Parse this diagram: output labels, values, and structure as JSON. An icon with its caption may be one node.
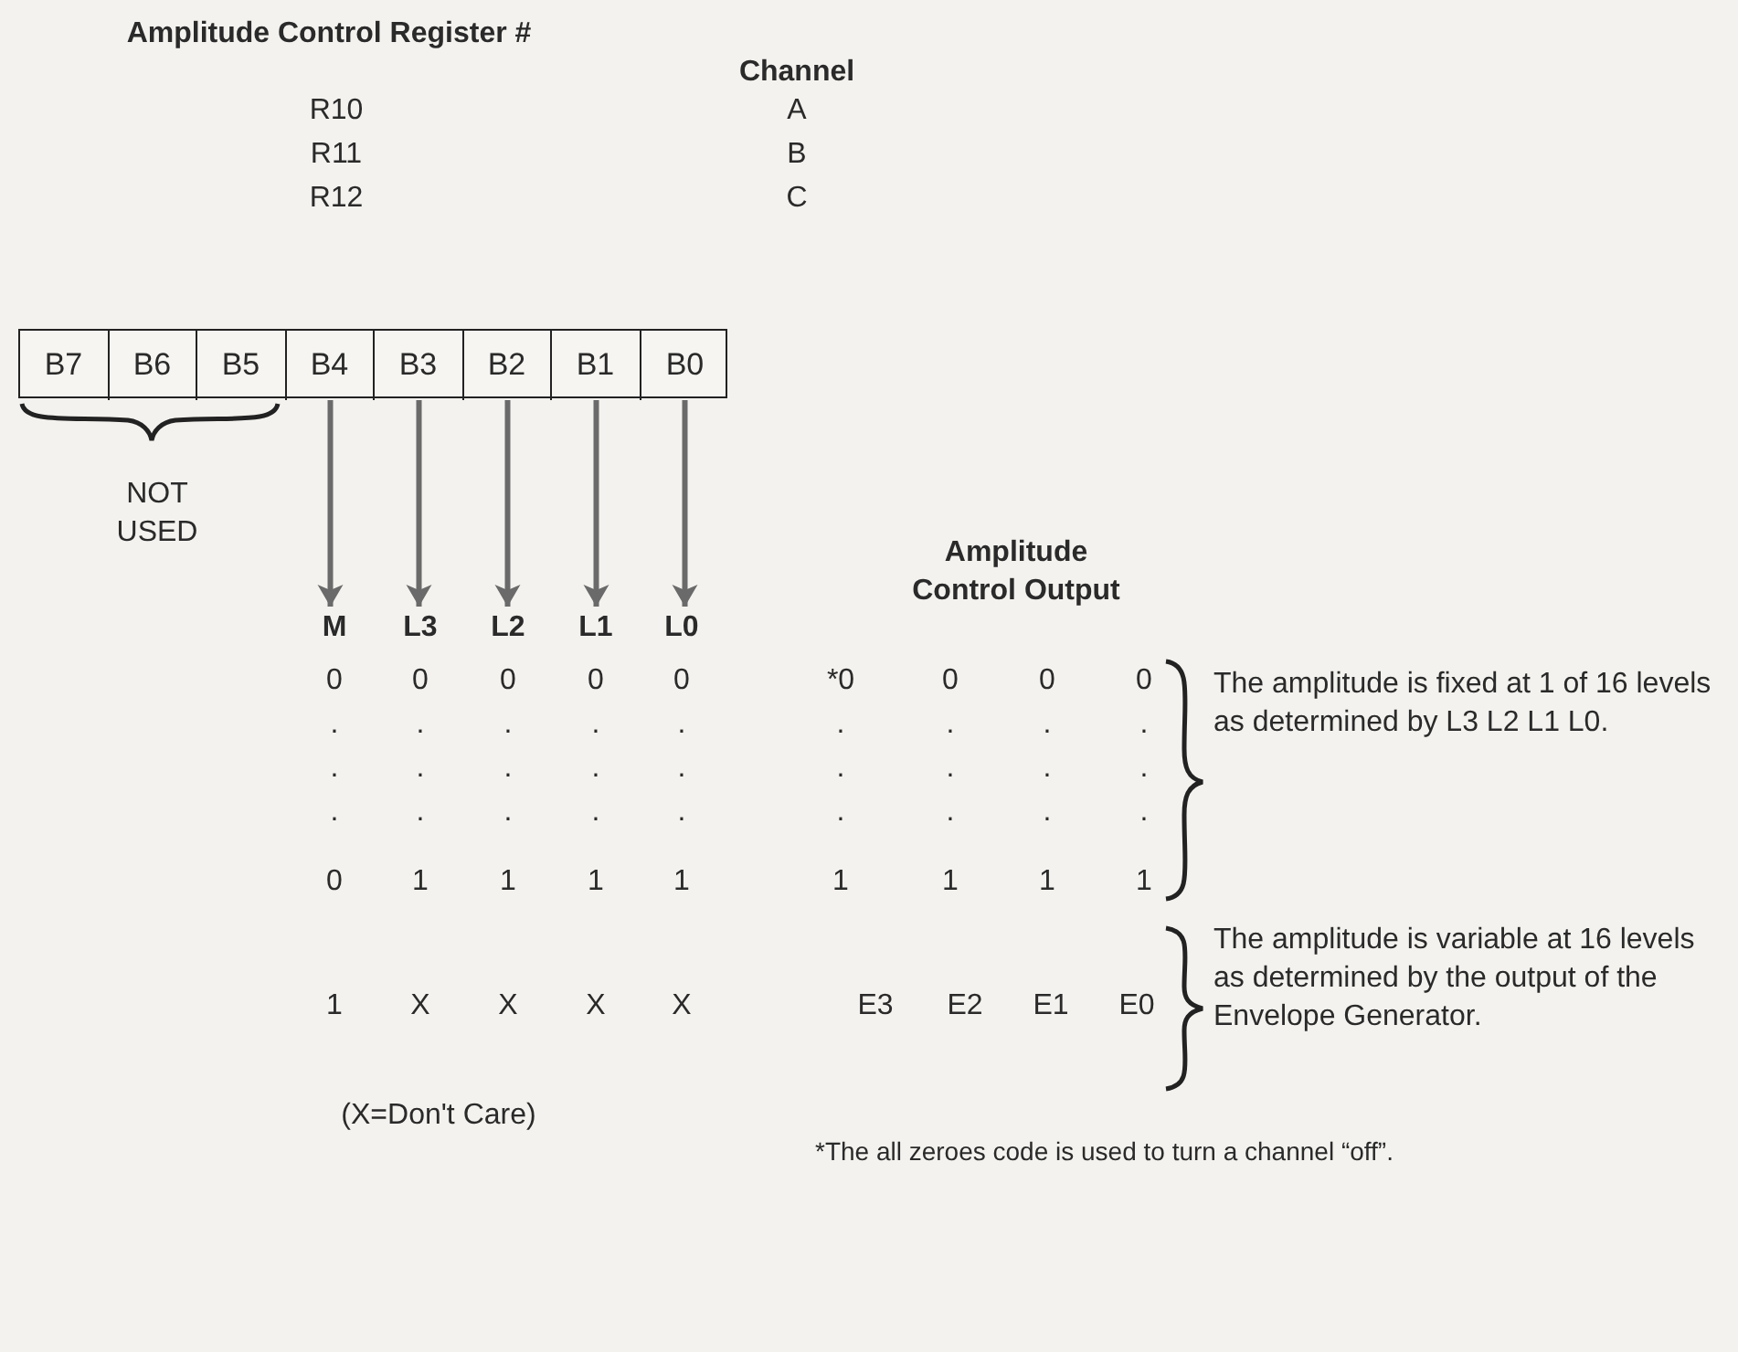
{
  "diagram": {
    "nodes": [
      {
        "text": [],
        "shape": "box"
      },
      {
        "text": [
          "B7"
        ],
        "in": 0
      },
      {
        "text": [
          "B6"
        ],
        "in": 0
      },
      {
        "text": [
          "B5"
        ],
        "in": 0
      },
      {
        "text": [
          "B4"
        ],
        "in": 0
      },
      {
        "text": [
          "B3"
        ],
        "in": 0
      },
      {
        "text": [
          "B2"
        ],
        "in": 0
      },
      {
        "text": [
          "B1"
        ],
        "in": 0
      },
      {
        "text": [
          "B0"
        ],
        "in": 0
      },
      {
        "text": [
          "M"
        ]
      },
      {
        "text": [
          "L3"
        ]
      },
      {
        "text": [
          "L2"
        ]
      },
      {
        "text": [
          "L1"
        ]
      },
      {
        "text": [
          "L0"
        ]
      }
    ],
    "edges": [
      {
        "from": 4,
        "to": 9,
        "arrow": "to"
      },
      {
        "from": 5,
        "to": 10,
        "arrow": "to"
      },
      {
        "from": 6,
        "to": 11,
        "arrow": "to"
      },
      {
        "from": 7,
        "to": 12,
        "arrow": "to"
      },
      {
        "from": 8,
        "to": 13,
        "arrow": "to"
      }
    ],
    "labels": [
      "Amplitude Control Register #",
      "Channel",
      "R10",
      "A",
      "R11",
      "B",
      "R12",
      "C",
      "NOT USED",
      "Amplitude Control Output",
      "0",
      "0",
      "0",
      "0",
      "0",
      "*0",
      "0",
      "0",
      "0",
      ".",
      ".",
      ".",
      ".",
      ".",
      ".",
      ".",
      ".",
      ".",
      ".",
      ".",
      ".",
      ".",
      ".",
      ".",
      ".",
      ".",
      ".",
      ".",
      ".",
      ".",
      ".",
      ".",
      ".",
      ".",
      ".",
      ".",
      "0",
      "1",
      "1",
      "1",
      "1",
      "1",
      "1",
      "1",
      "1",
      "The amplitude is fixed at 1 of 16 levels as determined by L3 L2 L1 L0.",
      "1",
      "X",
      "X",
      "X",
      "X",
      "E3",
      "E2",
      "E1",
      "E0",
      "The amplitude is variable at 16 levels as determined by the output of the Envelope Generator.",
      "(X=Don't Care)",
      "*The all zeroes code is used to turn a channel “off”."
    ]
  }
}
